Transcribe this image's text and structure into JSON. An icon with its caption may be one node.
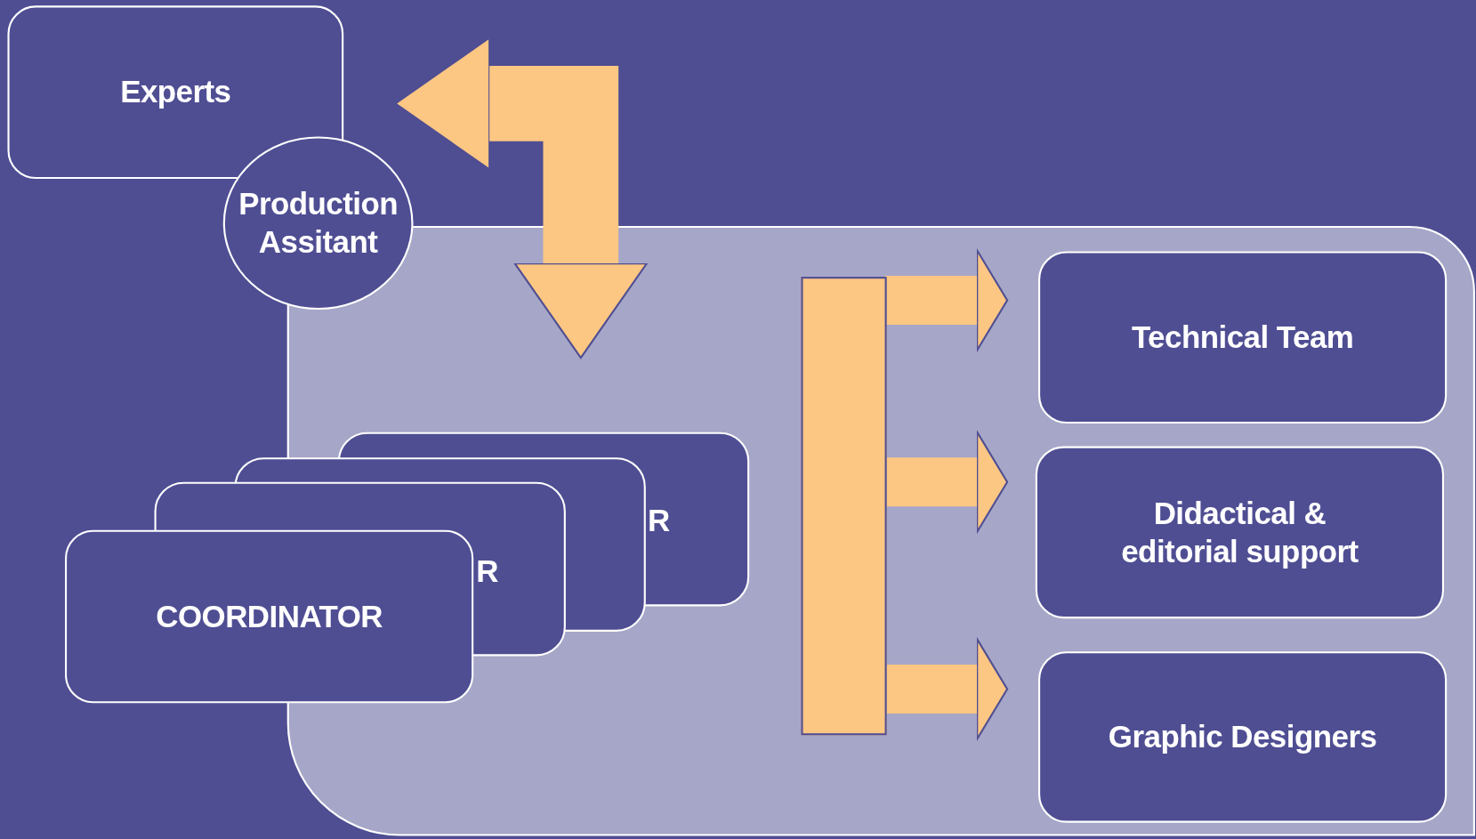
{
  "diagram": {
    "nodes": [
      {
        "text": [
          "Experts"
        ]
      },
      {
        "text": [
          "Production Assitant"
        ]
      },
      {
        "text": [],
        "shape": "box"
      },
      {
        "text": [
          "COORDINATOR"
        ]
      },
      {
        "text": [],
        "shape": "bar",
        "in": 2
      },
      {
        "text": [
          "Technical Team"
        ],
        "in": 2
      },
      {
        "text": [
          "Didactical & editorial support"
        ],
        "in": 2
      },
      {
        "text": [
          "Graphic Designers"
        ],
        "in": 2
      }
    ],
    "edges": [
      {
        "from": 0,
        "to": 3,
        "arrow": "both"
      },
      {
        "from": 4,
        "to": 5,
        "arrow": "to"
      },
      {
        "from": 4,
        "to": 6,
        "arrow": "to"
      },
      {
        "from": 4,
        "to": 7,
        "arrow": "to"
      }
    ],
    "labels": [
      "R",
      "R"
    ]
  }
}
